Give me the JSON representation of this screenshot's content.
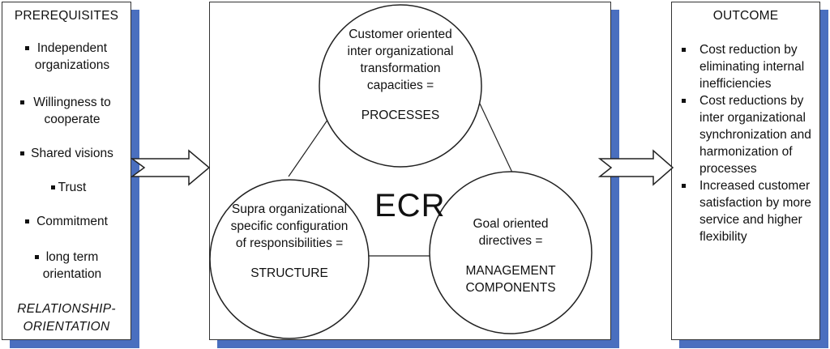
{
  "prerequisites": {
    "title": "PREREQUISITES",
    "items": [
      "Independent organizations",
      "Willingness to cooperate",
      "Shared visions",
      "Trust",
      "Commitment",
      "long term orientation"
    ],
    "footer": "RELATIONSHIP-ORIENTATION"
  },
  "center": {
    "label": "ECR",
    "processes": {
      "description": "Customer oriented inter organizational transformation capacities =",
      "name": "PROCESSES"
    },
    "structure": {
      "description": "Supra organizational specific configuration of responsibilities =",
      "name": "STRUCTURE"
    },
    "management": {
      "description": "Goal oriented directives =",
      "name": "MANAGEMENT COMPONENTS"
    }
  },
  "outcome": {
    "title": "OUTCOME",
    "items": [
      "Cost reduction by eliminating internal inefficiencies",
      "Cost reductions by inter organizational synchronization and harmonization of processes",
      "Increased customer satisfaction by more service and higher flexibility"
    ]
  },
  "colors": {
    "shadow": "#4a6fbf",
    "border": "#333333"
  }
}
